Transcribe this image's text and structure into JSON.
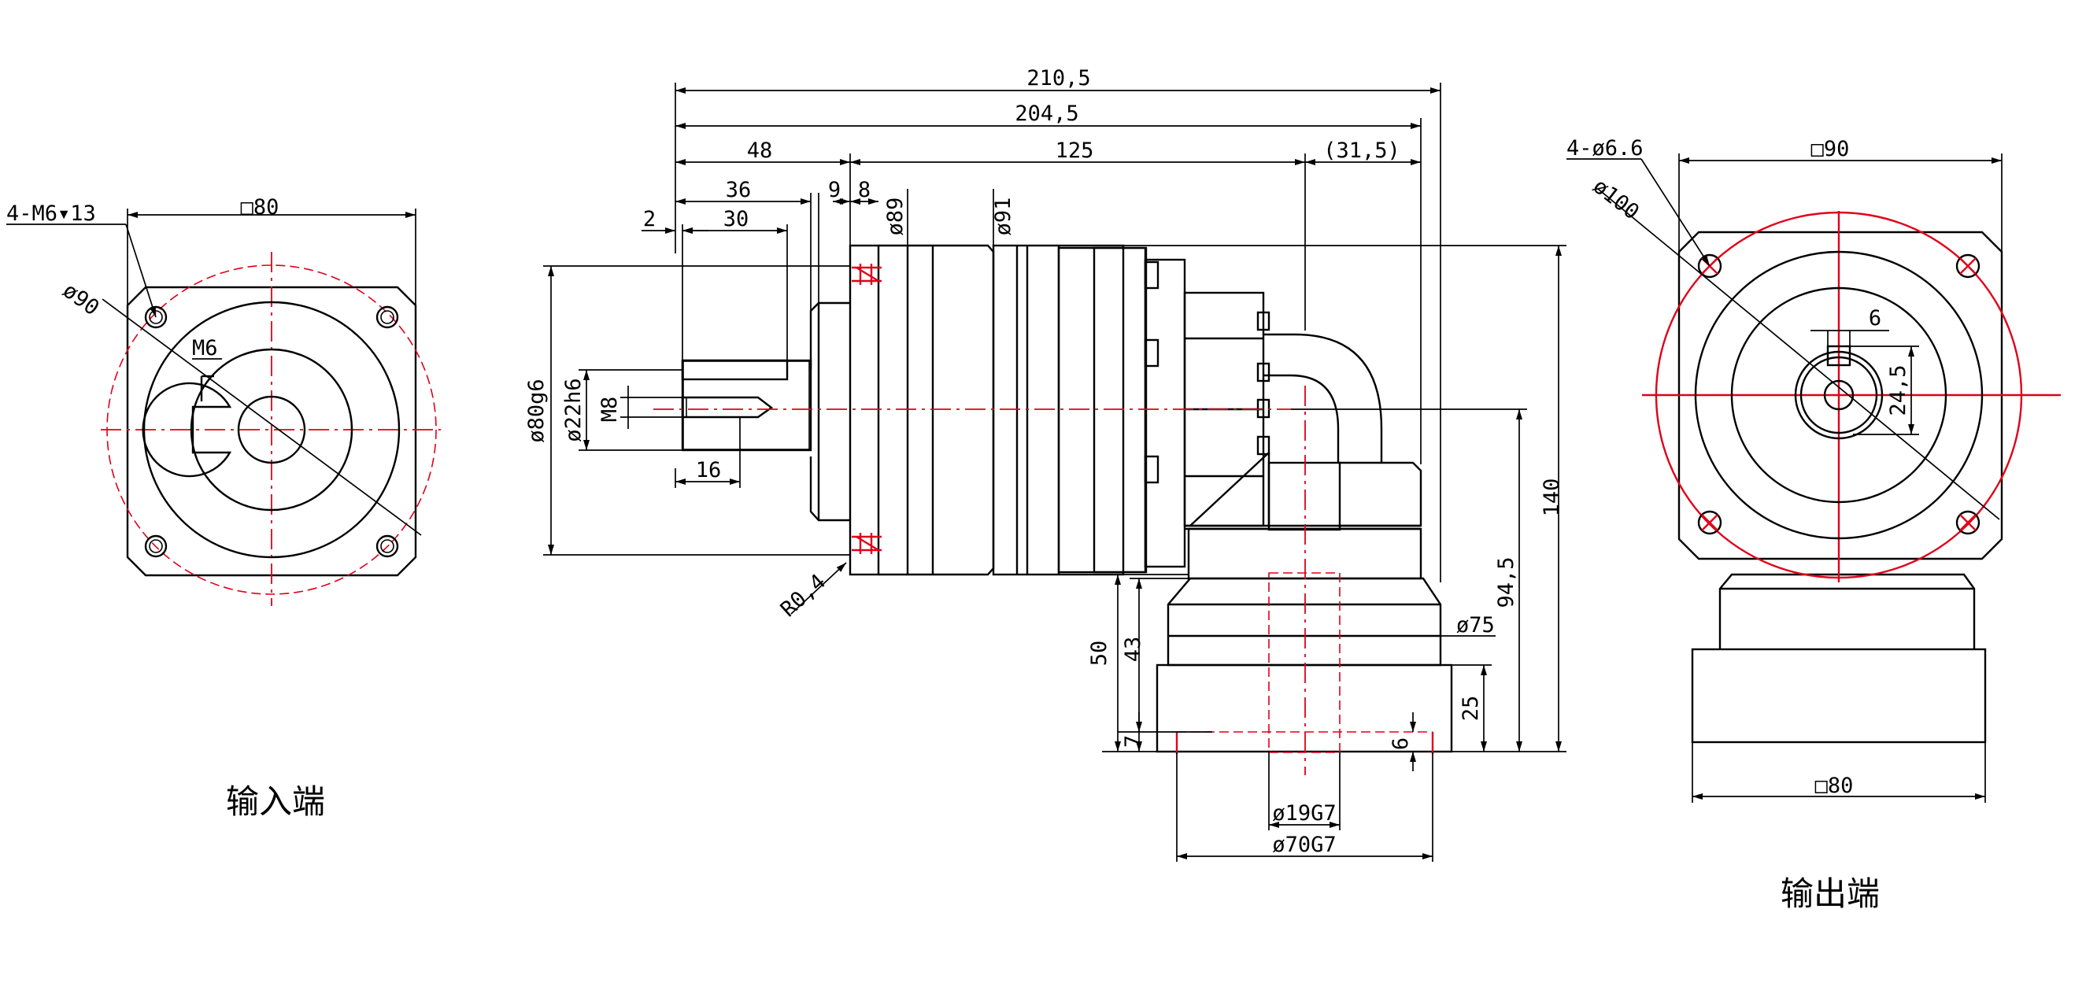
{
  "colors": {
    "outline": "#000000",
    "centerline": "#e0001a"
  },
  "views": {
    "input": {
      "caption": "输入端",
      "labels": {
        "holes": "4-M6▾13",
        "square": "□80",
        "circle": "ø90",
        "key": "M6"
      }
    },
    "side": {
      "labels": {
        "overall": "210,5",
        "flange_to_end": "204,5",
        "input_len": "48",
        "body_len": "125",
        "output_offset": "(31,5)",
        "shaft_len": "36",
        "key_len": "30",
        "shoulder": "2",
        "spacer": "9",
        "flange": "8",
        "dia89": "ø89",
        "dia91": "ø91",
        "pilot": "ø80g6",
        "shaft": "ø22h6",
        "thread": "M8",
        "depth": "16",
        "radius": "R0,4",
        "height": "140",
        "center_h": "94,5",
        "h50": "50",
        "h43": "43",
        "h25": "25",
        "h7": "7",
        "h6": "6",
        "dia75": "ø75",
        "bore": "ø19G7",
        "recess": "ø70G7"
      }
    },
    "output": {
      "caption": "输出端",
      "labels": {
        "holes": "4-ø6.6",
        "circle": "ø100",
        "square": "□90",
        "key_w": "6",
        "key_h": "24,5",
        "bottom_square": "□80"
      }
    }
  }
}
